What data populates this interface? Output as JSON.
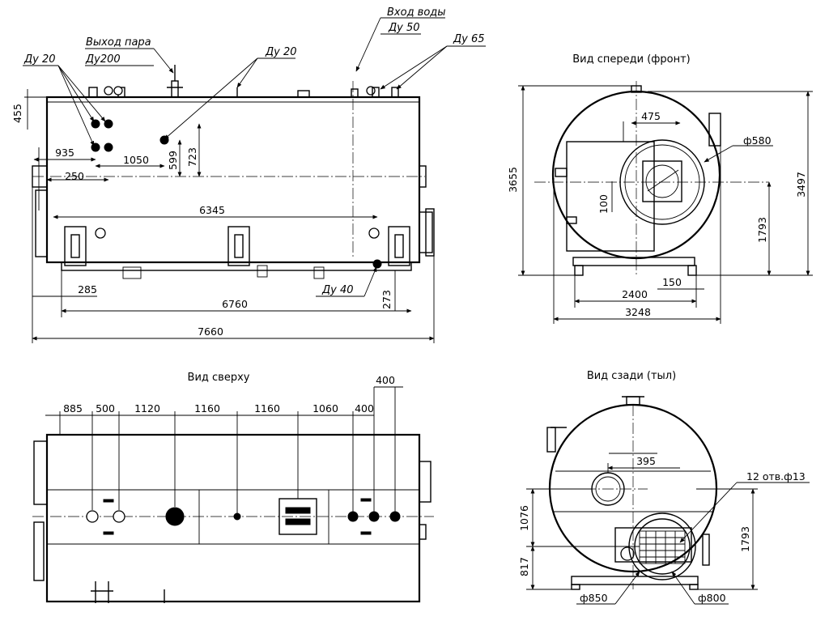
{
  "views": {
    "front_title": "Вид спереди (фронт)",
    "top_title": "Вид сверху",
    "rear_title": "Вид сзади (тыл)"
  },
  "side_view": {
    "steam_outlet_label": "Выход пара",
    "steam_outlet_size": "Ду200",
    "water_inlet_label": "Вход воды",
    "water_inlet_size": "Ду 50",
    "du20_left": "Ду 20",
    "du20_mid": "Ду 20",
    "du65": "Ду 65",
    "du40": "Ду 40",
    "dims": {
      "d455": "455",
      "d935": "935",
      "d1050": "1050",
      "d250": "250",
      "d599": "599",
      "d723": "723",
      "d6345": "6345",
      "d285": "285",
      "d6760": "6760",
      "d273": "273",
      "d7660": "7660"
    }
  },
  "front_view": {
    "dims": {
      "d475": "475",
      "d580": "ф580",
      "d100": "100",
      "d3655": "3655",
      "d3497": "3497",
      "d1793": "1793",
      "d150": "150",
      "d2400": "2400",
      "d3248": "3248"
    }
  },
  "top_view": {
    "dims": {
      "d400top": "400",
      "d885": "885",
      "d500": "500",
      "d1120": "1120",
      "d1160a": "1160",
      "d1160b": "1160",
      "d1060": "1060",
      "d400": "400"
    }
  },
  "rear_view": {
    "dims": {
      "d395": "395",
      "holes": "12 отв.ф13",
      "d1076": "1076",
      "d817": "817",
      "d1793": "1793",
      "d850": "ф850",
      "d800": "ф800"
    }
  }
}
